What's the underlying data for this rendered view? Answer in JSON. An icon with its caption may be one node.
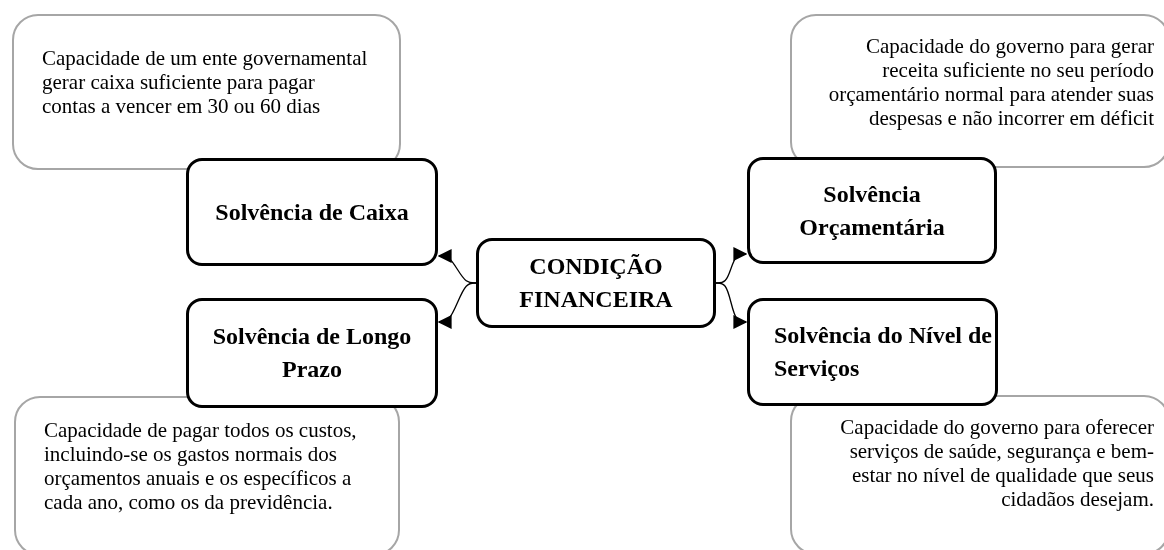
{
  "diagram": {
    "nodes": [
      {
        "text": [
          "Capacidade de um ente governamental gerar caixa suficiente para pagar contas a vencer em 30 ou 60 dias"
        ]
      },
      {
        "text": [
          "Capacidade do governo para gerar receita suficiente no seu período orçamentário normal para atender suas despesas e não incorrer em déficit"
        ]
      },
      {
        "text": [
          "Solvência de Caixa"
        ]
      },
      {
        "text": [
          "Solvência Orçamentária"
        ]
      },
      {
        "text": [
          "CONDIÇÃO FINANCEIRA"
        ]
      },
      {
        "text": [
          "Solvência de Longo Prazo"
        ]
      },
      {
        "text": [
          "Solvência do Nível de Serviços"
        ]
      },
      {
        "text": [
          "Capacidade de pagar todos os custos, incluindo-se os gastos normais dos orçamentos anuais e os específicos a cada ano, como os da previdência."
        ]
      },
      {
        "text": [
          "Capacidade do governo para oferecer serviços de saúde, segurança e bem-estar no nível de qualidade que seus cidadãos desejam."
        ]
      }
    ],
    "edges": [
      {
        "from": 4,
        "to": 2,
        "arrow": "to"
      },
      {
        "from": 4,
        "to": 5,
        "arrow": "to"
      },
      {
        "from": 4,
        "to": 3,
        "arrow": "to"
      },
      {
        "from": 4,
        "to": 6,
        "arrow": "to"
      }
    ]
  }
}
